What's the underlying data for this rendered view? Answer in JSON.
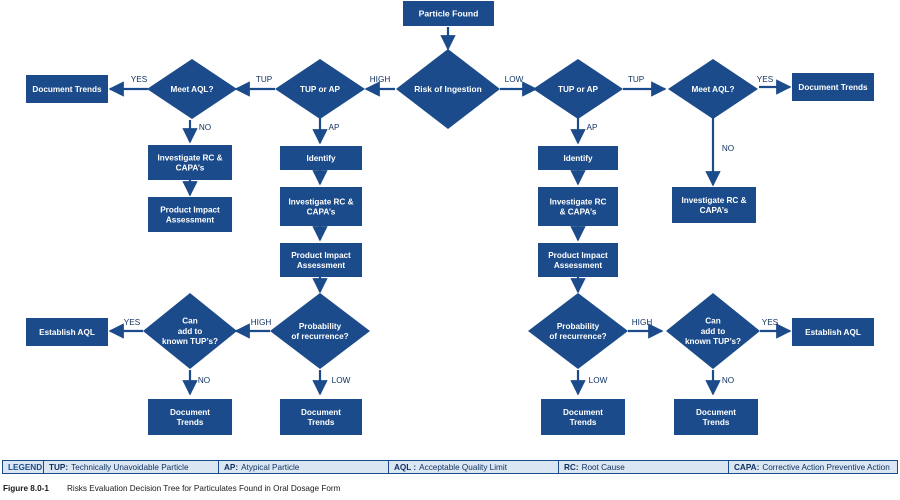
{
  "nodes": {
    "particle_found": "Particle Found",
    "risk_of_ingestion": "Risk of Ingestion",
    "tup_or_ap_left": "TUP or AP",
    "tup_or_ap_right": "TUP or AP",
    "meet_aql_left": "Meet AQL?",
    "meet_aql_right": "Meet AQL?",
    "document_trends_left_top": "Document Trends",
    "document_trends_right_top": "Document Trends",
    "investigate_left_1": [
      "Investigate  RC &",
      "CAPA’s"
    ],
    "product_impact_left_1": [
      "Product Impact",
      "Assessment"
    ],
    "identify_left": "Identify",
    "investigate_left_2": [
      "Investigate  RC &",
      "CAPA’s"
    ],
    "product_impact_left_2": [
      "Product Impact",
      "Assessment"
    ],
    "probability_left": [
      "Probability",
      "of recurrence?"
    ],
    "can_add_left": [
      "Can",
      "add to",
      "known TUP’s?"
    ],
    "establish_aql_left": "Establish AQL",
    "document_trends_left_b1": [
      "Document",
      "Trends"
    ],
    "document_trends_left_b2": [
      "Document",
      "Trends"
    ],
    "identify_right": "Identify",
    "investigate_right_1": [
      "Investigate  RC",
      "& CAPA’s"
    ],
    "product_impact_right": [
      "Product Impact",
      "Assessment"
    ],
    "investigate_right_2": [
      "Investigate  RC &",
      "CAPA’s"
    ],
    "probability_right": [
      "Probability",
      "of recurrence?"
    ],
    "can_add_right": [
      "Can",
      "add to",
      "known TUP’s?"
    ],
    "establish_aql_right": "Establish AQL",
    "document_trends_right_b1": [
      "Document",
      "Trends"
    ],
    "document_trends_right_b2": [
      "Document",
      "Trends"
    ]
  },
  "edge_labels": {
    "high": "HIGH",
    "low": "LOW",
    "tup": "TUP",
    "ap": "AP",
    "yes": "YES",
    "no": "NO"
  },
  "legend": {
    "title": "LEGEND",
    "items": [
      {
        "abbr": "TUP:",
        "text": "Technically Unavoidable Particle"
      },
      {
        "abbr": "AP:",
        "text": "Atypical Particle"
      },
      {
        "abbr": "AQL :",
        "text": "Acceptable Quality Limit"
      },
      {
        "abbr": "RC:",
        "text": "Root Cause"
      },
      {
        "abbr": "CAPA:",
        "text": "Corrective Action Preventive Action"
      }
    ]
  },
  "caption": {
    "label": "Figure 8.0-1",
    "text": "Risks Evaluation Decision Tree for Particulates Found in Oral Dosage Form"
  },
  "colors": {
    "node_fill": "#1b4b8a",
    "node_text": "#ffffff",
    "edge": "#1b4b8a",
    "label_text": "#0d2f5e",
    "legend_bg": "#dbe6f3"
  }
}
